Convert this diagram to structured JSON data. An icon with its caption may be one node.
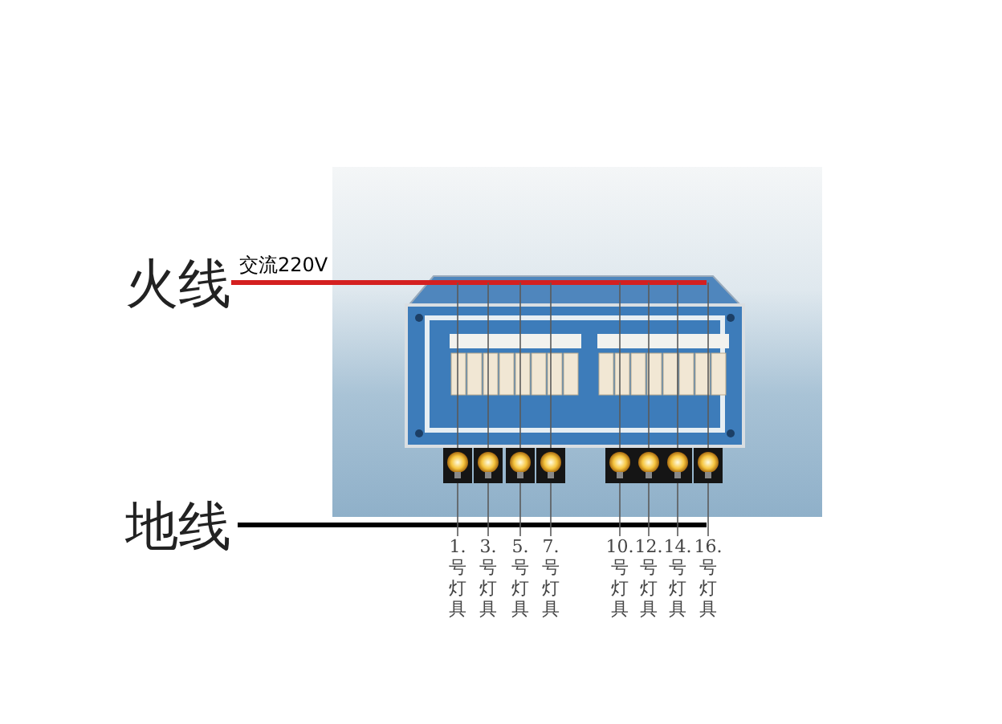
{
  "diagram": {
    "nodes": [
      {
        "text": [
          "火线"
        ]
      },
      {
        "text": [
          "地线"
        ]
      },
      {
        "text": [],
        "shape": "picture"
      },
      {
        "text": [],
        "shape": "picture"
      },
      {
        "text": [],
        "shape": "picture"
      },
      {
        "text": [],
        "shape": "picture"
      },
      {
        "text": [],
        "shape": "picture"
      },
      {
        "text": [],
        "shape": "picture"
      },
      {
        "text": [],
        "shape": "picture"
      },
      {
        "text": [],
        "shape": "picture"
      },
      {
        "text": [],
        "shape": "picture"
      },
      {
        "text": [
          "1.号灯具"
        ]
      },
      {
        "text": [
          "3.号灯具"
        ]
      },
      {
        "text": [
          "5.号灯具"
        ]
      },
      {
        "text": [
          "7.号灯具"
        ]
      },
      {
        "text": [
          "10.号灯具"
        ]
      },
      {
        "text": [
          "12.号灯具"
        ]
      },
      {
        "text": [
          "14.号灯具"
        ]
      },
      {
        "text": [
          "16.号灯具"
        ]
      }
    ],
    "edges": [
      {
        "from": 0,
        "to": 2,
        "arrow": "none",
        "label": "交流220V",
        "style": "thick",
        "color": "#d42020"
      },
      {
        "from": 1,
        "to": 18,
        "arrow": "none",
        "style": "thick",
        "color": "#000000"
      },
      {
        "from": 2,
        "to": 3,
        "arrow": "none"
      },
      {
        "from": 2,
        "to": 4,
        "arrow": "none"
      },
      {
        "from": 2,
        "to": 5,
        "arrow": "none"
      },
      {
        "from": 2,
        "to": 6,
        "arrow": "none"
      },
      {
        "from": 2,
        "to": 7,
        "arrow": "none"
      },
      {
        "from": 2,
        "to": 8,
        "arrow": "none"
      },
      {
        "from": 2,
        "to": 9,
        "arrow": "none"
      },
      {
        "from": 2,
        "to": 10,
        "arrow": "none"
      },
      {
        "from": 3,
        "to": 11,
        "arrow": "none"
      },
      {
        "from": 4,
        "to": 12,
        "arrow": "none"
      },
      {
        "from": 5,
        "to": 13,
        "arrow": "none"
      },
      {
        "from": 6,
        "to": 14,
        "arrow": "none"
      },
      {
        "from": 7,
        "to": 15,
        "arrow": "none"
      },
      {
        "from": 8,
        "to": 16,
        "arrow": "none"
      },
      {
        "from": 9,
        "to": 17,
        "arrow": "none"
      },
      {
        "from": 10,
        "to": 18,
        "arrow": "none"
      }
    ]
  }
}
